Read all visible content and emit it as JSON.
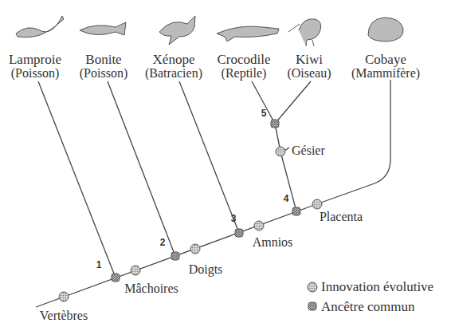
{
  "diagram": {
    "labels": [
      "Lamproie",
      "(Poisson)",
      "Bonite",
      "(Poisson)",
      "Xénope",
      "(Batracien)",
      "Crocodile",
      "(Reptile)",
      "Kiwi",
      "(Oiseau)",
      "Cobaye",
      "(Mammifère)",
      "1",
      "2",
      "3",
      "4",
      "5",
      "Vertèbres",
      "Mâchoires",
      "Doigts",
      "Amnios",
      "Placenta",
      "Gésier"
    ],
    "legend": [
      {
        "text": "Innovation évolutive"
      },
      {
        "text": "Ancêtre commun"
      }
    ]
  }
}
